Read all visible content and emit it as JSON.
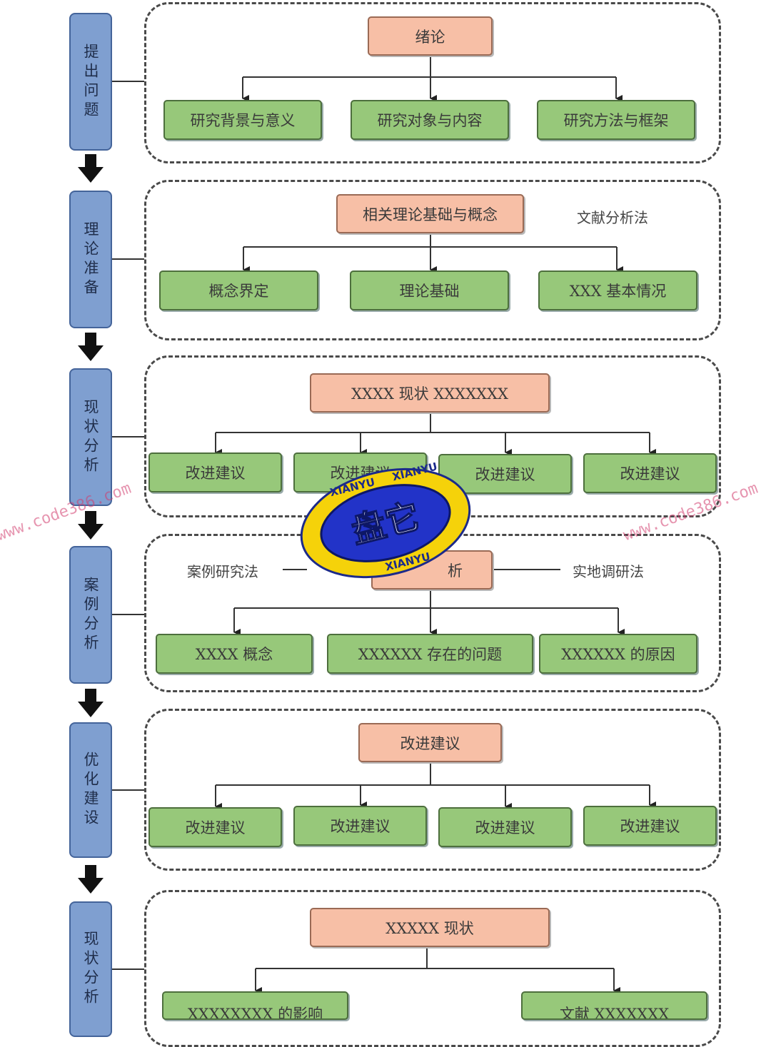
{
  "stages": [
    {
      "label": "提出问题"
    },
    {
      "label": "理论准备"
    },
    {
      "label": "现状分析"
    },
    {
      "label": "案例分析"
    },
    {
      "label": "优化建设"
    },
    {
      "label": "现状分析"
    }
  ],
  "sections": [
    {
      "head": "绪论",
      "children": [
        "研究背景与意义",
        "研究对象与内容",
        "研究方法与框架"
      ]
    },
    {
      "head": "相关理论基础与概念",
      "note": "文献分析法",
      "children": [
        "概念界定",
        "理论基础",
        "XXX 基本情况"
      ]
    },
    {
      "head": "XXXX 现状 XXXXXXX",
      "children": [
        "改进建议",
        "改进建议",
        "改进建议",
        "改进建议"
      ]
    },
    {
      "head": "析",
      "note_left": "案例研究法",
      "note_right": "实地调研法",
      "children": [
        "XXXX 概念",
        "XXXXXX 存在的问题",
        "XXXXXX 的原因"
      ]
    },
    {
      "head": "改进建议",
      "children": [
        "改进建议",
        "改进建议",
        "改进建议",
        "改进建议"
      ]
    },
    {
      "head": "XXXXX 现状",
      "children": [
        "XXXXXXXX 的影响",
        "文献 XXXXXXX"
      ]
    }
  ],
  "watermark": {
    "site": "www.code386.com",
    "badge_text": "盘它",
    "badge_ring": "XIANYU"
  },
  "colors": {
    "stage": "#7f9fd0",
    "head": "#f7bfa6",
    "leaf": "#97c87a"
  }
}
